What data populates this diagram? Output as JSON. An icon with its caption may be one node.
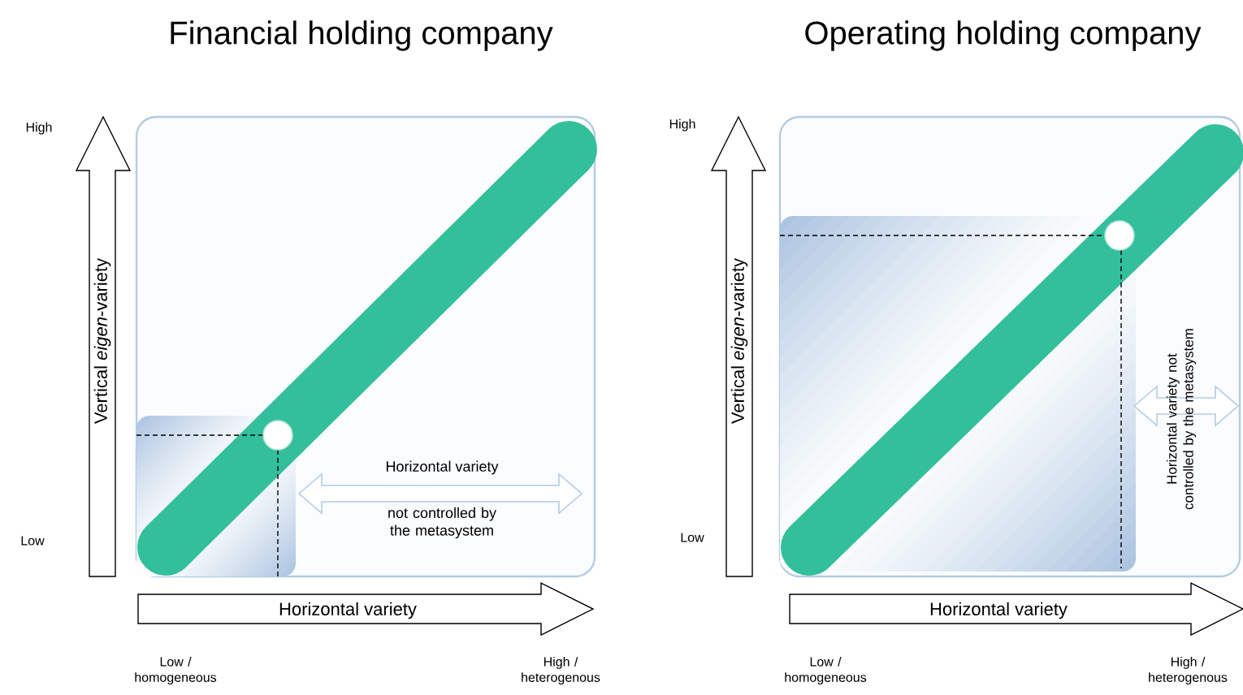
{
  "diagram": {
    "labels": [
      "Financial holding company",
      "Operating holding company",
      "High",
      "Vertical *eigen*-variety",
      "Horizontal variety",
      "not controlled by the metasystem",
      "Low",
      "Horizontal variety",
      "Low / homogeneous",
      "High / heterogenous",
      "High",
      "Vertical *eigen*-variety",
      "Horizontal variety not controlled by the metasystem",
      "Low",
      "Horizontal variety",
      "Low / homogeneous",
      "High / heterogenous"
    ]
  }
}
